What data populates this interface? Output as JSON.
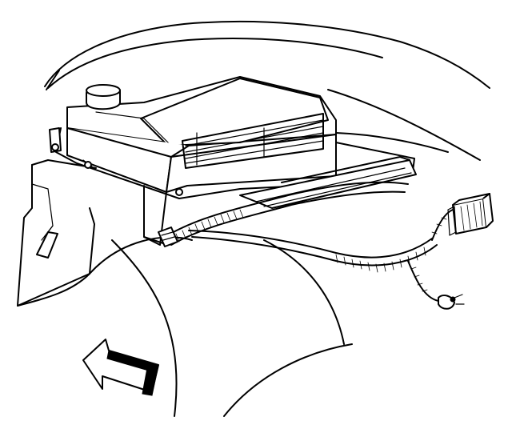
{
  "figure": {
    "kind": "line-art technical illustration",
    "background": "#ffffff",
    "ink": "#000000",
    "parts": [
      "hood-edge",
      "fender",
      "module-housing",
      "reservoir-cap",
      "wiring-harness",
      "harness-connector",
      "direction-arrow"
    ]
  }
}
